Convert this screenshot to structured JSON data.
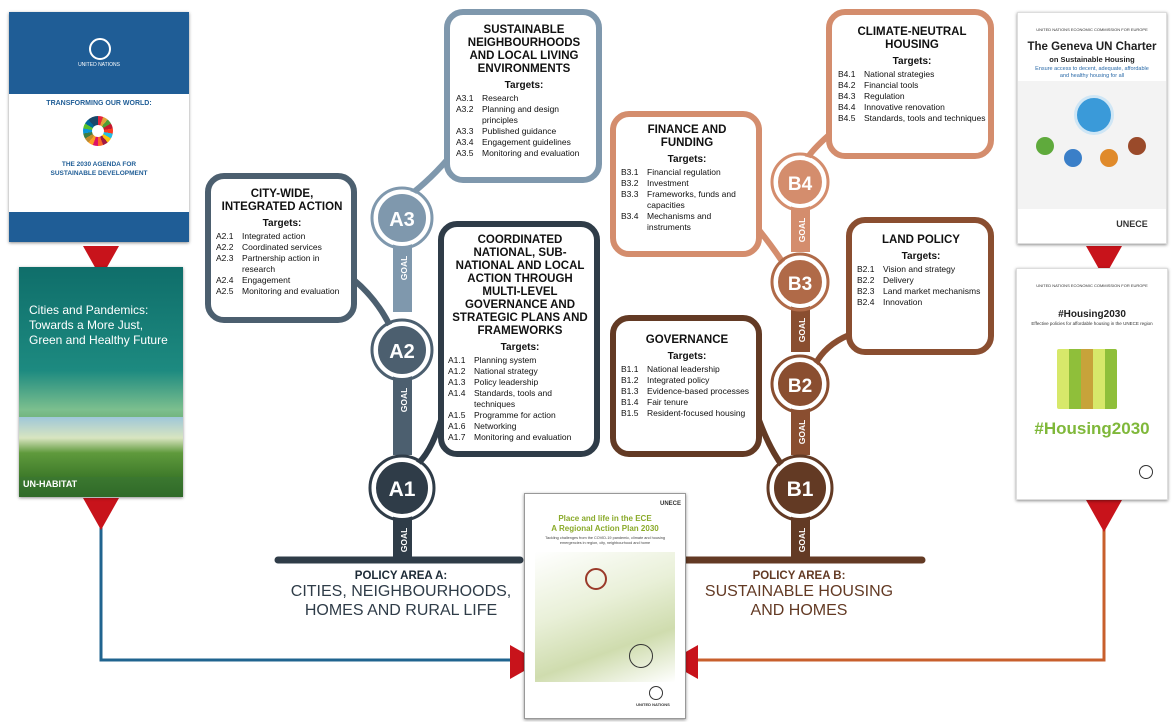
{
  "colors": {
    "dark_a": "#2f3c48",
    "mid_a": "#4c5f6f",
    "light_a": "#7f98ad",
    "blue_line": "#20648f",
    "dark_b": "#633a24",
    "mid_b": "#8a4e30",
    "light_b": "#d48d6d",
    "orange_line": "#c85f2c",
    "arrow_red": "#c8131b"
  },
  "goal_label": "GOAL",
  "nodes": {
    "a1": "A1",
    "a2": "A2",
    "a3": "A3",
    "b1": "B1",
    "b2": "B2",
    "b3": "B3",
    "b4": "B4"
  },
  "policy_a": {
    "key": "POLICY AREA A:",
    "line1": "CITIES, NEIGHBOURHOODS,",
    "line2": "HOMES AND RURAL LIFE"
  },
  "policy_b": {
    "key": "POLICY AREA B:",
    "line1": "SUSTAINABLE HOUSING",
    "line2": "AND HOMES"
  },
  "targets_label": "Targets:",
  "boxes": {
    "a1": {
      "title": "Coordinated national, sub-national and local action through multi-level governance and strategic plans and frameworks",
      "items": [
        {
          "code": "A1.1",
          "text": "Planning system"
        },
        {
          "code": "A1.2",
          "text": "National strategy"
        },
        {
          "code": "A1.3",
          "text": "Policy leadership"
        },
        {
          "code": "A1.4",
          "text": "Standards, tools and techniques"
        },
        {
          "code": "A1.5",
          "text": "Programme for action"
        },
        {
          "code": "A1.6",
          "text": "Networking"
        },
        {
          "code": "A1.7",
          "text": "Monitoring and evaluation"
        }
      ]
    },
    "a2": {
      "title": "City-wide, integrated action",
      "items": [
        {
          "code": "A2.1",
          "text": "Integrated action"
        },
        {
          "code": "A2.2",
          "text": "Coordinated services"
        },
        {
          "code": "A2.3",
          "text": "Partnership action in research"
        },
        {
          "code": "A2.4",
          "text": "Engagement"
        },
        {
          "code": "A2.5",
          "text": "Monitoring and evaluation"
        }
      ]
    },
    "a3": {
      "title": "Sustainable neighbourhoods and local living environments",
      "items": [
        {
          "code": "A3.1",
          "text": "Research"
        },
        {
          "code": "A3.2",
          "text": "Planning and design principles"
        },
        {
          "code": "A3.3",
          "text": "Published guidance"
        },
        {
          "code": "A3.4",
          "text": "Engagement guidelines"
        },
        {
          "code": "A3.5",
          "text": "Monitoring and evaluation"
        }
      ]
    },
    "b1": {
      "title": "Governance",
      "items": [
        {
          "code": "B1.1",
          "text": "National leadership"
        },
        {
          "code": "B1.2",
          "text": "Integrated policy"
        },
        {
          "code": "B1.3",
          "text": "Evidence-based processes"
        },
        {
          "code": "B1.4",
          "text": "Fair tenure"
        },
        {
          "code": "B1.5",
          "text": "Resident-focused housing"
        }
      ]
    },
    "b2": {
      "title": "Land policy",
      "items": [
        {
          "code": "B2.1",
          "text": "Vision and strategy"
        },
        {
          "code": "B2.2",
          "text": "Delivery"
        },
        {
          "code": "B2.3",
          "text": "Land market mechanisms"
        },
        {
          "code": "B2.4",
          "text": "Innovation"
        }
      ]
    },
    "b3": {
      "title": "Finance and funding",
      "items": [
        {
          "code": "B3.1",
          "text": "Financial regulation"
        },
        {
          "code": "B3.2",
          "text": "Investment"
        },
        {
          "code": "B3.3",
          "text": "Frameworks, funds and capacities"
        },
        {
          "code": "B3.4",
          "text": "Mechanisms and instruments"
        }
      ]
    },
    "b4": {
      "title": "Climate-neutral housing",
      "items": [
        {
          "code": "B4.1",
          "text": "National strategies"
        },
        {
          "code": "B4.2",
          "text": "Financial tools"
        },
        {
          "code": "B4.3",
          "text": "Regulation"
        },
        {
          "code": "B4.4",
          "text": "Innovative renovation"
        },
        {
          "code": "B4.5",
          "text": "Standards, tools and techniques"
        }
      ]
    }
  },
  "covers": {
    "agenda": {
      "org": "UNITED NATIONS",
      "title": "TRANSFORMING OUR WORLD:",
      "subtitle": "THE 2030 AGENDA FOR SUSTAINABLE DEVELOPMENT"
    },
    "pandemics": {
      "title": "Cities and Pandemics: Towards a More Just, Green and Healthy Future",
      "brand": "UN-HABITAT"
    },
    "charter": {
      "org": "UNITED NATIONS ECONOMIC COMMISSION FOR EUROPE",
      "title": "The Geneva UN Charter",
      "subtitle": "on Sustainable Housing",
      "tagline": "Ensure access to decent, adequate, affordable and healthy housing for all",
      "brand": "UNECE"
    },
    "housing": {
      "org": "UNITED NATIONS ECONOMIC COMMISSION FOR EUROPE",
      "hashtag": "#Housing2030",
      "subtitle": "Effective policies for affordable housing in the UNECE region",
      "big": "#Housing2030"
    },
    "plan": {
      "brand": "UNECE",
      "title1": "Place and life in the ECE",
      "title2": "A Regional Action Plan 2030",
      "subtitle": "Tackling challenges from the COVID-19 pandemic, climate and housing emergencies in region, city, neighbourhood and home",
      "footer": "UNITED NATIONS"
    }
  }
}
